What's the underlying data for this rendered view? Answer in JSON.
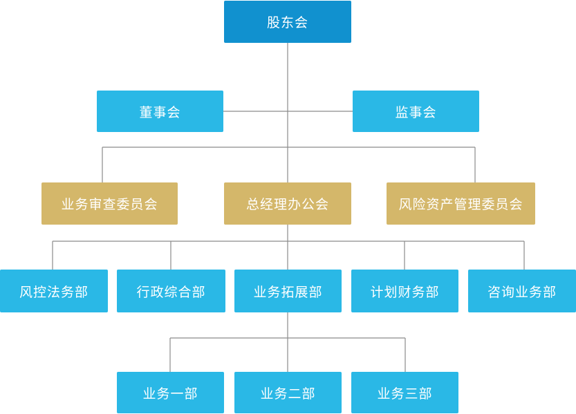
{
  "nodes": {
    "shareholders": "股东会",
    "board": "董事会",
    "supervisors": "监事会",
    "review_committee": "业务审查委员会",
    "gm_office": "总经理办公会",
    "risk_committee": "风险资产管理委员会",
    "risk_legal": "风控法务部",
    "admin": "行政综合部",
    "biz_expansion": "业务拓展部",
    "finance": "计划财务部",
    "consulting": "咨询业务部",
    "biz1": "业务一部",
    "biz2": "业务二部",
    "biz3": "业务三部"
  },
  "colors": {
    "top": "#1191cf",
    "blue": "#2ab8e6",
    "gold": "#d4b76a",
    "line": "#8a8a8a"
  }
}
